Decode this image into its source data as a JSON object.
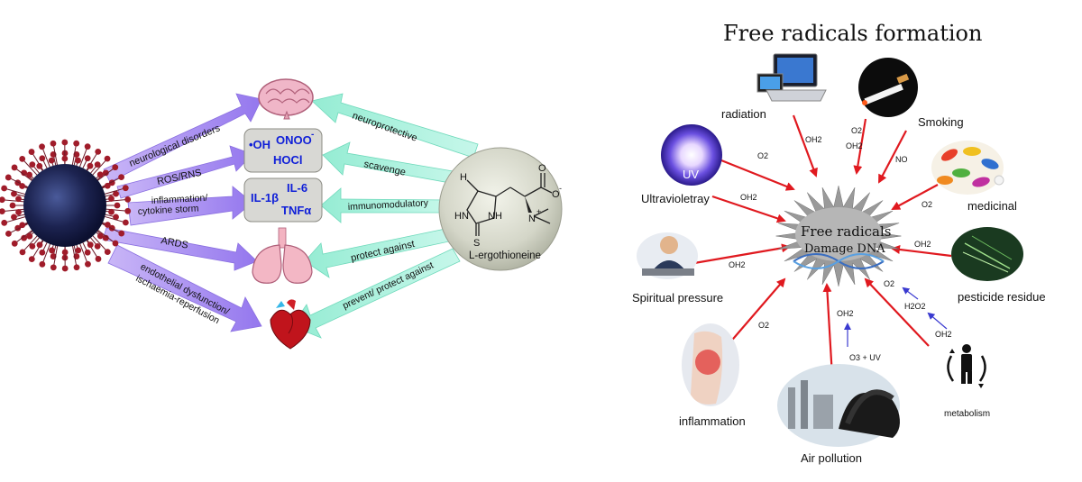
{
  "left_panel": {
    "virus_labels": {
      "neuro": "neurological disorders",
      "ros": "ROS/RNS",
      "inflam_line1": "inflammation/",
      "inflam_line2": "cytokine storm",
      "ards": "ARDS",
      "endo_line1": "endothelial dysfunction/",
      "endo_line2": "ischaemia-reperfusion"
    },
    "ros_box": {
      "oh": "•OH",
      "onoo": "ONOO",
      "onoo_sup": "-",
      "hocl": "HOCl"
    },
    "cytokine_box": {
      "il1": "IL-1β",
      "il6": "IL-6",
      "tnf": "TNFα"
    },
    "ergothioneine_labels": {
      "neuroprotective": "neuroprotective",
      "scavenge": "scavenge",
      "immuno": "immunomodulatory",
      "protect": "protect against",
      "prevent": "prevent/ protect against"
    },
    "molecule": {
      "name": "L-ergothioneine",
      "atoms": {
        "H": "H",
        "O": "O",
        "O_minus": "O",
        "minus": "-",
        "HN": "HN",
        "NH": "NH",
        "S": "S",
        "N": "N",
        "plus": "+"
      }
    }
  },
  "right_panel": {
    "title": "Free radicals formation",
    "center_line1": "Free radicals",
    "center_line2": "Damage DNA",
    "sources": {
      "radiation": "radiation",
      "smoking": "Smoking",
      "uv_icon": "UV",
      "ultraviolet": "Ultravioletray",
      "medicinal": "medicinal",
      "spiritual": "Spiritual pressure",
      "pesticide": "pesticide residue",
      "inflammation": "inflammation",
      "air": "Air pollution",
      "metabolism": "metabolism"
    },
    "arrow_labels": {
      "oh2_radiation": "OH2",
      "o2_smoking": "O2",
      "oh2_smoking": "OH2",
      "no_smoking": "NO",
      "o2_uv": "O2",
      "oh2_ultra": "OH2",
      "o2_medicinal": "O2",
      "oh2_spiritual": "OH2",
      "oh2_pesticide": "OH2",
      "o2_inflam": "O2",
      "oh2_air": "OH2",
      "o3_uv": "O3 + UV",
      "o2_metab": "O2",
      "h2o2_metab": "H2O2",
      "oh2_metab": "OH2"
    }
  },
  "colors": {
    "red_arrow": "#e0191f",
    "blue_arrow": "#3a3ad0",
    "purple_arrow": "#a98ef0",
    "teal_arrow": "#a6f2df",
    "blue_text": "#1020d8",
    "virus_body": "#1c2350",
    "virus_spike": "#a01c2a"
  }
}
